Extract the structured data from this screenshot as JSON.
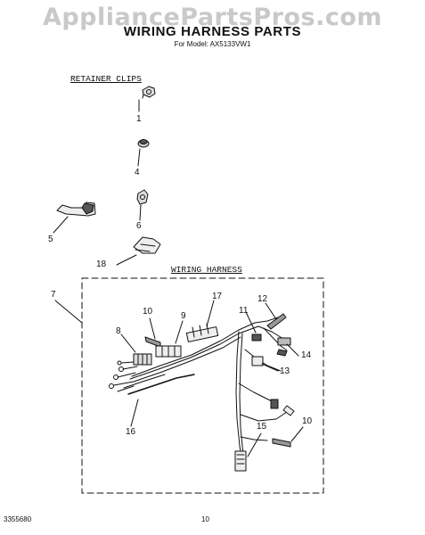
{
  "watermark": "AppliancePartsPros.com",
  "header": {
    "title": "WIRING HARNESS PARTS",
    "model_line": "For Model: AX5133VW1"
  },
  "sections": {
    "retainer_clips": "RETAINER CLIPS",
    "wiring_harness": "WIRING HARNESS"
  },
  "callouts": {
    "c1": "1",
    "c4": "4",
    "c6": "6",
    "c5": "5",
    "c18": "18",
    "c7": "7",
    "c10a": "10",
    "c9": "9",
    "c17": "17",
    "c12": "12",
    "c11": "11",
    "c8": "8",
    "c14": "14",
    "c13": "13",
    "c16": "16",
    "c15": "15",
    "c10b": "10"
  },
  "footer": {
    "doc_number": "3355680",
    "page_number": "10"
  },
  "colors": {
    "watermark": "#c9c9c9",
    "ink": "#111111"
  }
}
